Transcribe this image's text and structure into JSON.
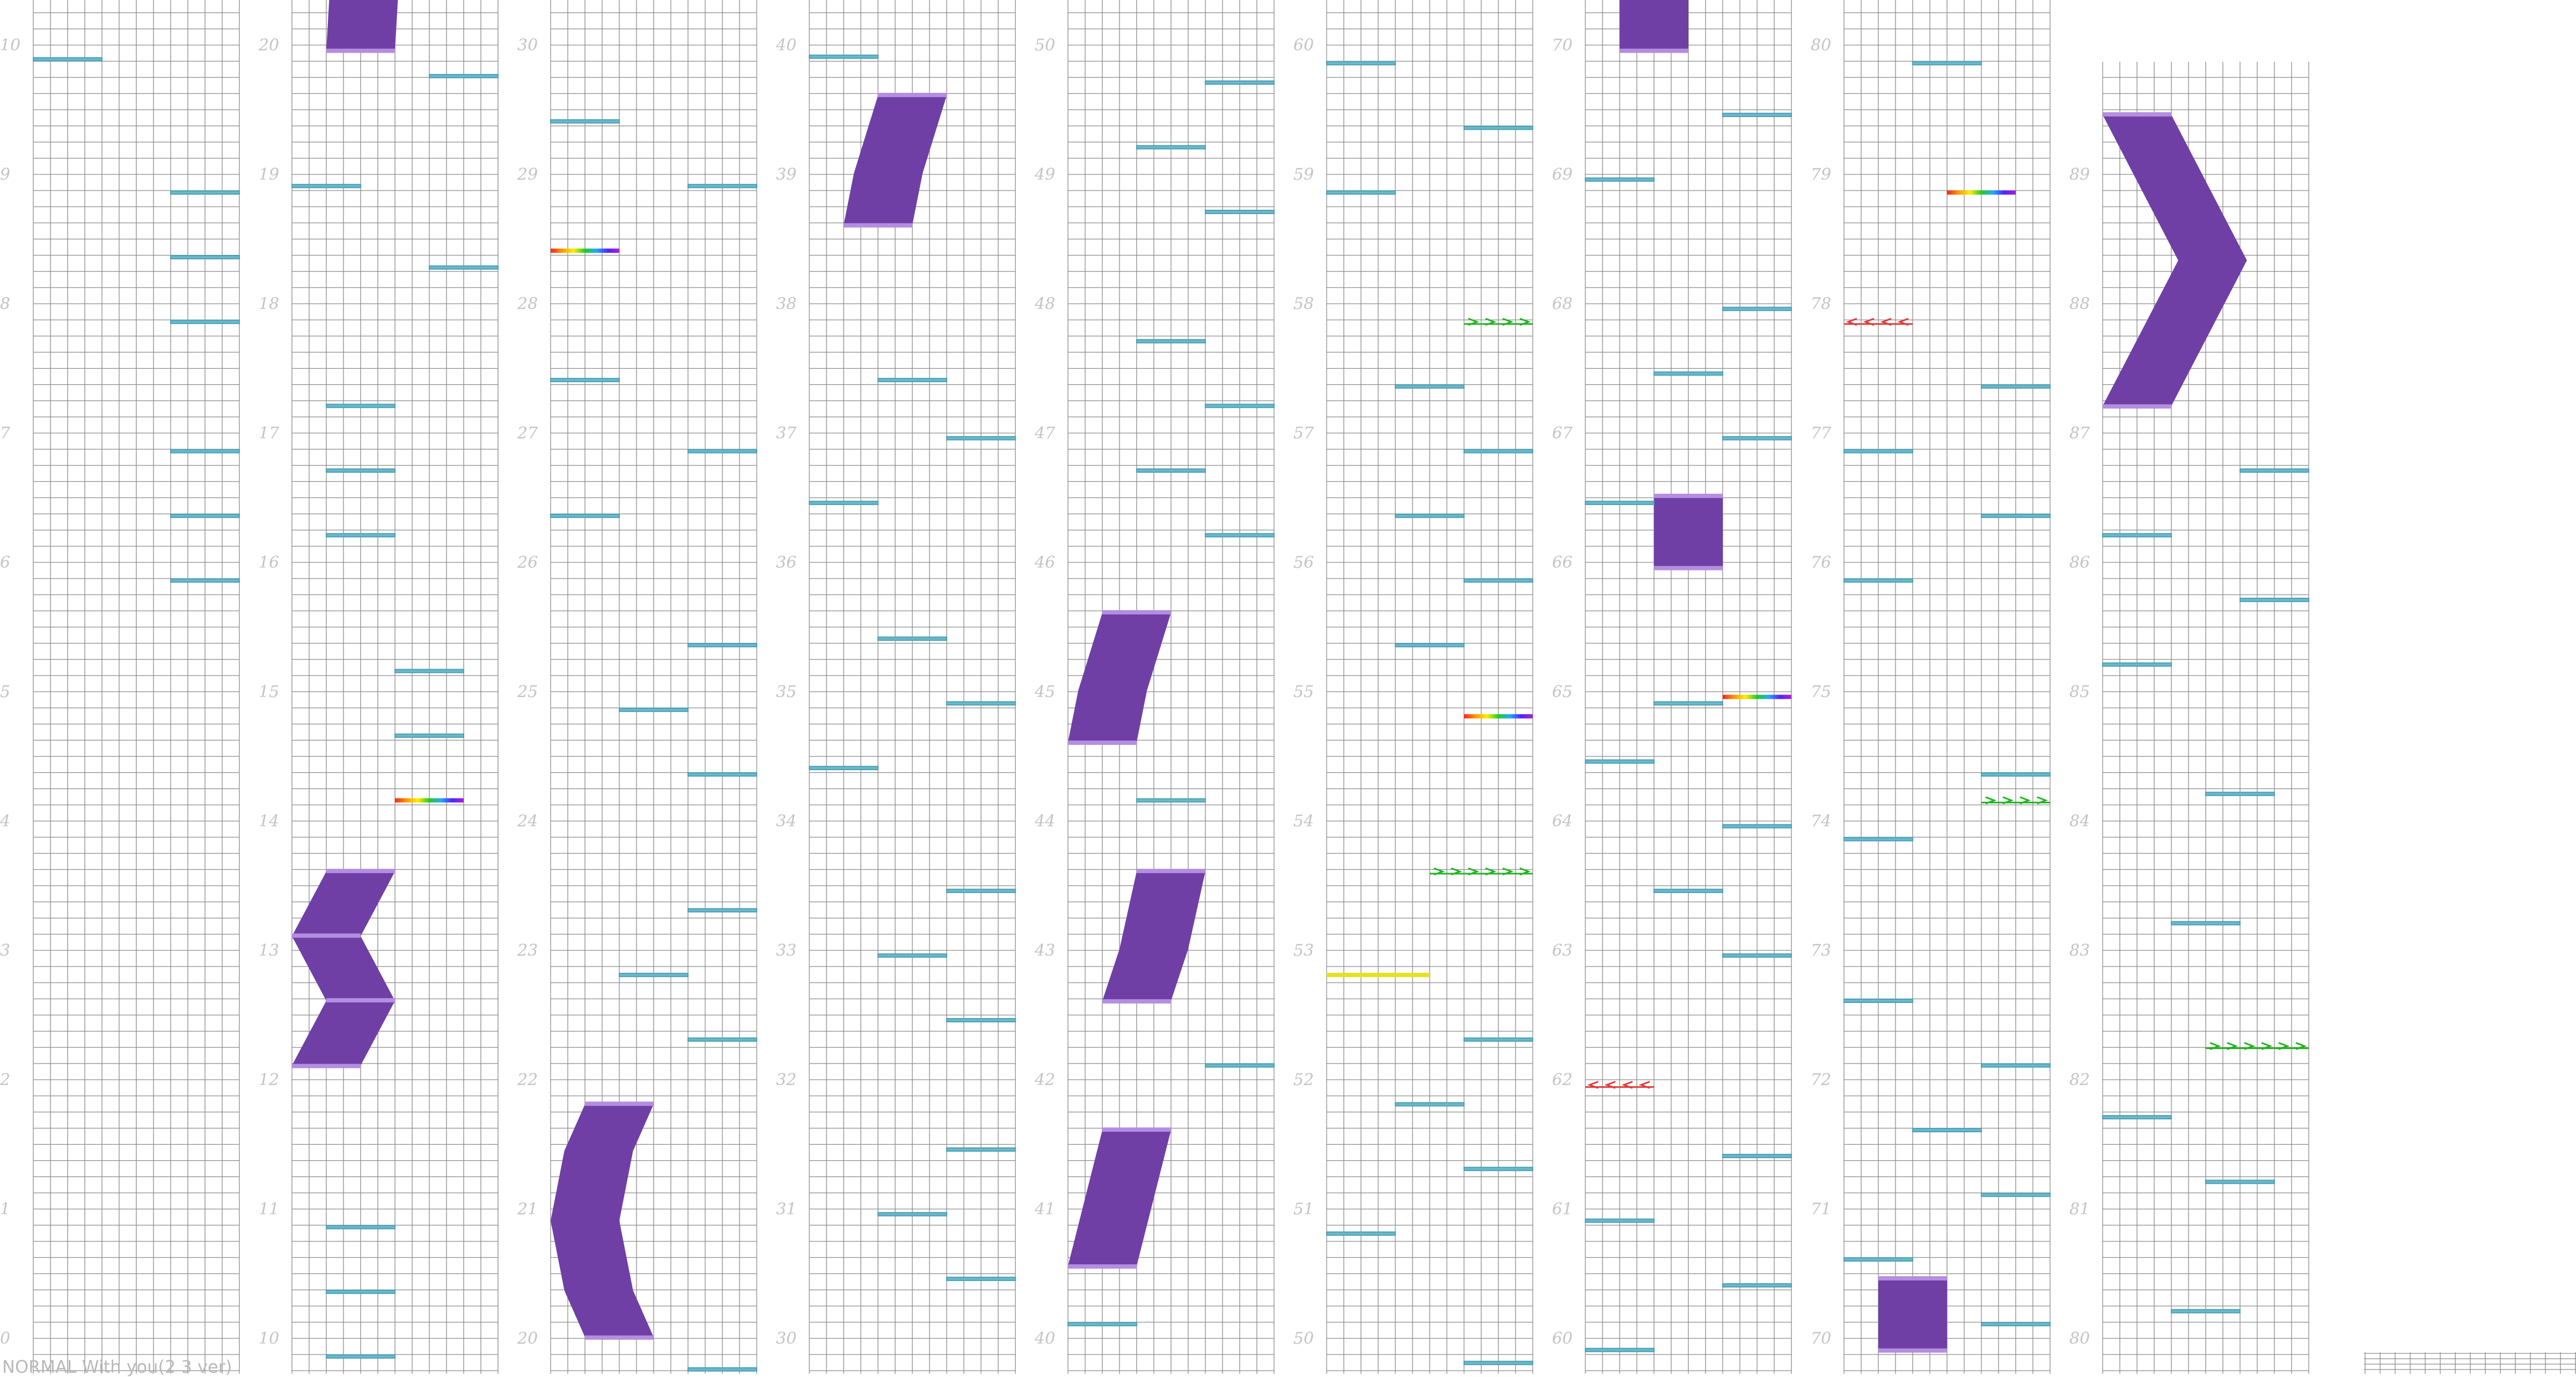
{
  "status": {
    "text": "NORMAL  With you(2 3 ver)"
  },
  "colors": {
    "tap": "#6ab9cc",
    "hold": "#6f3fa6",
    "hold_edge": "#b48ee0",
    "flick_right": "#22b322",
    "flick_left": "#e03a3a",
    "yellow": "#e8e020",
    "grid": "#8a8a8a",
    "label": "#c4c4c4"
  },
  "columns": [
    {
      "labels": [
        "0",
        "1",
        "2",
        "3",
        "4",
        "5",
        "6",
        "7",
        "8",
        "9",
        "10"
      ],
      "taps": [
        [
          0,
          9.89
        ],
        [
          4,
          8.86
        ],
        [
          4,
          8.36
        ],
        [
          4,
          7.86
        ],
        [
          4,
          6.86
        ],
        [
          4,
          6.36
        ],
        [
          4,
          5.86
        ]
      ],
      "holds": [],
      "flicks": [],
      "rainbows": [],
      "yellows": []
    },
    {
      "labels": [
        "10",
        "11",
        "12",
        "13",
        "14",
        "15",
        "16",
        "17",
        "18",
        "19",
        "20"
      ],
      "taps": [
        [
          4,
          19.76
        ],
        [
          0,
          18.91
        ],
        [
          4,
          18.28
        ],
        [
          1,
          17.21
        ],
        [
          1,
          16.71
        ],
        [
          1,
          16.21
        ],
        [
          3,
          15.16
        ],
        [
          3,
          14.66
        ],
        [
          1,
          10.86
        ],
        [
          1,
          10.36
        ],
        [
          1,
          9.86
        ]
      ],
      "holds": [
        {
          "start": 19.96,
          "end": 21.5,
          "w": 2,
          "pts": [
            [
              1,
              0
            ],
            [
              1.1,
              0.3
            ],
            [
              1.2,
              0.6
            ],
            [
              1.3,
              1
            ]
          ]
        },
        {
          "start": 13.11,
          "end": 13.61,
          "w": 2,
          "pts": [
            [
              0,
              0
            ],
            [
              1,
              1
            ]
          ]
        },
        {
          "start": 12.61,
          "end": 13.11,
          "w": 2,
          "pts": [
            [
              1,
              0
            ],
            [
              0,
              1
            ]
          ]
        },
        {
          "start": 12.11,
          "end": 12.61,
          "w": 2,
          "pts": [
            [
              0,
              0
            ],
            [
              1,
              1
            ]
          ]
        }
      ],
      "flicks": [],
      "rainbows": [
        [
          3,
          14.16
        ]
      ],
      "yellows": []
    },
    {
      "labels": [
        "20",
        "21",
        "22",
        "23",
        "24",
        "25",
        "26",
        "27",
        "28",
        "29",
        "30"
      ],
      "taps": [
        [
          0,
          29.41
        ],
        [
          4,
          28.91
        ],
        [
          0,
          27.41
        ],
        [
          4,
          26.86
        ],
        [
          0,
          26.36
        ],
        [
          4,
          25.36
        ],
        [
          2,
          24.86
        ],
        [
          4,
          24.36
        ],
        [
          4,
          23.31
        ],
        [
          2,
          22.81
        ],
        [
          4,
          22.31
        ],
        [
          4,
          19.76
        ]
      ],
      "holds": [
        {
          "start": 20.01,
          "end": 21.81,
          "w": 2,
          "pts": [
            [
              1,
              0
            ],
            [
              0.4,
              0.2
            ],
            [
              0,
              0.5
            ],
            [
              0.4,
              0.8
            ],
            [
              1,
              1
            ]
          ]
        }
      ],
      "flicks": [],
      "rainbows": [
        [
          0,
          28.41
        ]
      ],
      "yellows": []
    },
    {
      "labels": [
        "30",
        "31",
        "32",
        "33",
        "34",
        "35",
        "36",
        "37",
        "38",
        "39",
        "40"
      ],
      "taps": [
        [
          0,
          39.91
        ],
        [
          2,
          37.41
        ],
        [
          4,
          36.96
        ],
        [
          0,
          36.46
        ],
        [
          2,
          35.41
        ],
        [
          4,
          34.91
        ],
        [
          0,
          34.41
        ],
        [
          4,
          33.46
        ],
        [
          2,
          32.96
        ],
        [
          4,
          32.46
        ],
        [
          4,
          31.46
        ],
        [
          2,
          30.96
        ],
        [
          4,
          30.46
        ]
      ],
      "holds": [
        {
          "start": 38.61,
          "end": 39.61,
          "w": 2,
          "pts": [
            [
              1,
              0
            ],
            [
              1.3,
              0.4
            ],
            [
              2,
              1
            ]
          ]
        }
      ],
      "flicks": [],
      "rainbows": [],
      "yellows": []
    },
    {
      "labels": [
        "40",
        "41",
        "42",
        "43",
        "44",
        "45",
        "46",
        "47",
        "48",
        "49",
        "50"
      ],
      "taps": [
        [
          4,
          49.71
        ],
        [
          2,
          49.21
        ],
        [
          4,
          48.71
        ],
        [
          2,
          47.71
        ],
        [
          4,
          47.21
        ],
        [
          2,
          46.71
        ],
        [
          4,
          46.21
        ],
        [
          2,
          44.16
        ],
        [
          4,
          42.11
        ],
        [
          0,
          40.11
        ]
      ],
      "holds": [
        {
          "start": 44.61,
          "end": 45.61,
          "w": 2,
          "pts": [
            [
              0,
              0
            ],
            [
              0.3,
              0.4
            ],
            [
              1,
              1
            ]
          ]
        },
        {
          "start": 42.61,
          "end": 43.61,
          "w": 2,
          "pts": [
            [
              1,
              0
            ],
            [
              1.5,
              0.4
            ],
            [
              2,
              1
            ]
          ]
        },
        {
          "start": 40.56,
          "end": 41.61,
          "w": 2,
          "pts": [
            [
              0,
              0
            ],
            [
              0.5,
              0.5
            ],
            [
              1,
              1
            ]
          ]
        }
      ],
      "flicks": [],
      "rainbows": [],
      "yellows": []
    },
    {
      "labels": [
        "50",
        "51",
        "52",
        "53",
        "54",
        "55",
        "56",
        "57",
        "58",
        "59",
        "60"
      ],
      "taps": [
        [
          0,
          59.86
        ],
        [
          4,
          59.36
        ],
        [
          0,
          58.86
        ],
        [
          2,
          57.36
        ],
        [
          4,
          56.86
        ],
        [
          2,
          56.36
        ],
        [
          4,
          55.86
        ],
        [
          2,
          55.36
        ],
        [
          4,
          52.31
        ],
        [
          2,
          51.81
        ],
        [
          4,
          51.31
        ],
        [
          0,
          50.81
        ],
        [
          4,
          49.81
        ]
      ],
      "holds": [],
      "flicks": [
        {
          "lane": 4,
          "pos": 57.86,
          "w": 2,
          "dir": "right",
          "n": 4
        },
        {
          "lane": 3,
          "pos": 53.61,
          "w": 3,
          "dir": "right",
          "n": 6
        }
      ],
      "rainbows": [
        [
          4,
          54.81
        ]
      ],
      "yellows": [
        [
          0,
          52.81
        ]
      ]
    },
    {
      "labels": [
        "60",
        "61",
        "62",
        "63",
        "64",
        "65",
        "66",
        "67",
        "68",
        "69",
        "70"
      ],
      "taps": [
        [
          4,
          69.46
        ],
        [
          0,
          68.96
        ],
        [
          4,
          67.96
        ],
        [
          2,
          67.46
        ],
        [
          4,
          66.96
        ],
        [
          0,
          66.46
        ],
        [
          2,
          64.91
        ],
        [
          0,
          64.46
        ],
        [
          4,
          63.96
        ],
        [
          2,
          63.46
        ],
        [
          4,
          62.96
        ],
        [
          4,
          61.41
        ],
        [
          0,
          60.91
        ],
        [
          4,
          60.41
        ],
        [
          0,
          59.91
        ]
      ],
      "holds": [
        {
          "start": 69.96,
          "end": 70.5,
          "w": 2,
          "pts": [
            [
              1,
              0
            ],
            [
              1,
              1
            ]
          ]
        },
        {
          "start": 65.96,
          "end": 66.51,
          "w": 2,
          "pts": [
            [
              2,
              0
            ],
            [
              2,
              1
            ]
          ]
        }
      ],
      "flicks": [
        {
          "lane": 0,
          "pos": 61.96,
          "w": 2,
          "dir": "left",
          "n": 4
        }
      ],
      "rainbows": [
        [
          4,
          64.96
        ]
      ],
      "yellows": []
    },
    {
      "labels": [
        "70",
        "71",
        "72",
        "73",
        "74",
        "75",
        "76",
        "77",
        "78",
        "79",
        "80"
      ],
      "taps": [
        [
          2,
          79.86
        ],
        [
          4,
          77.36
        ],
        [
          0,
          76.86
        ],
        [
          4,
          76.36
        ],
        [
          0,
          75.86
        ],
        [
          4,
          74.36
        ],
        [
          0,
          73.86
        ],
        [
          0,
          72.61
        ],
        [
          4,
          72.11
        ],
        [
          2,
          71.61
        ],
        [
          4,
          71.11
        ],
        [
          0,
          70.61
        ],
        [
          4,
          70.11
        ]
      ],
      "holds": [
        {
          "start": 69.91,
          "end": 70.46,
          "w": 2,
          "pts": [
            [
              1,
              0
            ],
            [
              1,
              1
            ]
          ]
        }
      ],
      "flicks": [
        {
          "lane": 0,
          "pos": 77.86,
          "w": 2,
          "dir": "left",
          "n": 4
        },
        {
          "lane": 4,
          "pos": 74.16,
          "w": 2,
          "dir": "right",
          "n": 4
        }
      ],
      "rainbows": [
        [
          3,
          78.86
        ]
      ],
      "yellows": []
    },
    {
      "labels": [
        "80",
        "81",
        "82",
        "83",
        "84",
        "85",
        "86",
        "87",
        "88",
        "89"
      ],
      "taps": [
        [
          4,
          86.71
        ],
        [
          0,
          86.21
        ],
        [
          4,
          85.71
        ],
        [
          0,
          85.21
        ],
        [
          3,
          84.21
        ],
        [
          2,
          83.21
        ],
        [
          0,
          81.71
        ],
        [
          3,
          81.21
        ],
        [
          2,
          80.21
        ]
      ],
      "holds": [
        {
          "start": 87.21,
          "end": 89.46,
          "w": 2,
          "pts": [
            [
              0,
              0
            ],
            [
              2.2,
              0.5
            ],
            [
              0,
              1
            ]
          ]
        }
      ],
      "flicks": [
        {
          "lane": 3,
          "pos": 82.26,
          "w": 3,
          "dir": "right",
          "n": 6
        }
      ],
      "rainbows": [],
      "yellows": []
    }
  ]
}
